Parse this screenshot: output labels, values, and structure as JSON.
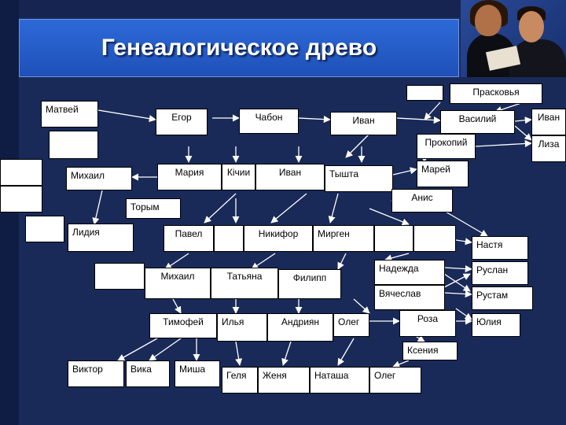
{
  "title": "Генеалогическое древо",
  "people": {
    "praskovya": "Прасковья",
    "matvey": "Матвей",
    "egor": "Егор",
    "chabon": "Чабон",
    "ivan1": "Иван",
    "vasiliy": "Василий",
    "ivan_right": "Иван",
    "prokopiy": "Прокопий",
    "liza": "Лиза",
    "mikhail1": "Михаил",
    "maria": "Мария",
    "kichi": "Кічии",
    "ivan2": "Иван",
    "tyshta": "Тышта",
    "marey": "Марей",
    "anis": "Анис",
    "torym": "Торым",
    "lidiya": "Лидия",
    "pavel": "Павел",
    "nikifor": "Никифор",
    "mirgen": "Мирген",
    "nastya": "Настя",
    "nadezhda": "Надежда",
    "ruslan": "Руслан",
    "mikhail2": "Михаил",
    "tatyana": "Татьяна",
    "filipp": "Филипп",
    "vyacheslav": "Вячеслав",
    "rustam": "Рустам",
    "timofey": "Тимофей",
    "ilya": "Илья",
    "andriyan": "Андриян",
    "oleg1": "Олег",
    "roza": "Роза",
    "yuliya": "Юлия",
    "kseniya": "Ксения",
    "viktor": "Виктор",
    "vika": "Вика",
    "misha": "Миша",
    "gelya": "Геля",
    "zhenya": "Женя",
    "natasha": "Наташа",
    "oleg2": "Олег"
  },
  "colors": {
    "background": "#192a58",
    "title_bar": "#2b64d2",
    "box": "#ffffff",
    "line": "#ffffff"
  }
}
